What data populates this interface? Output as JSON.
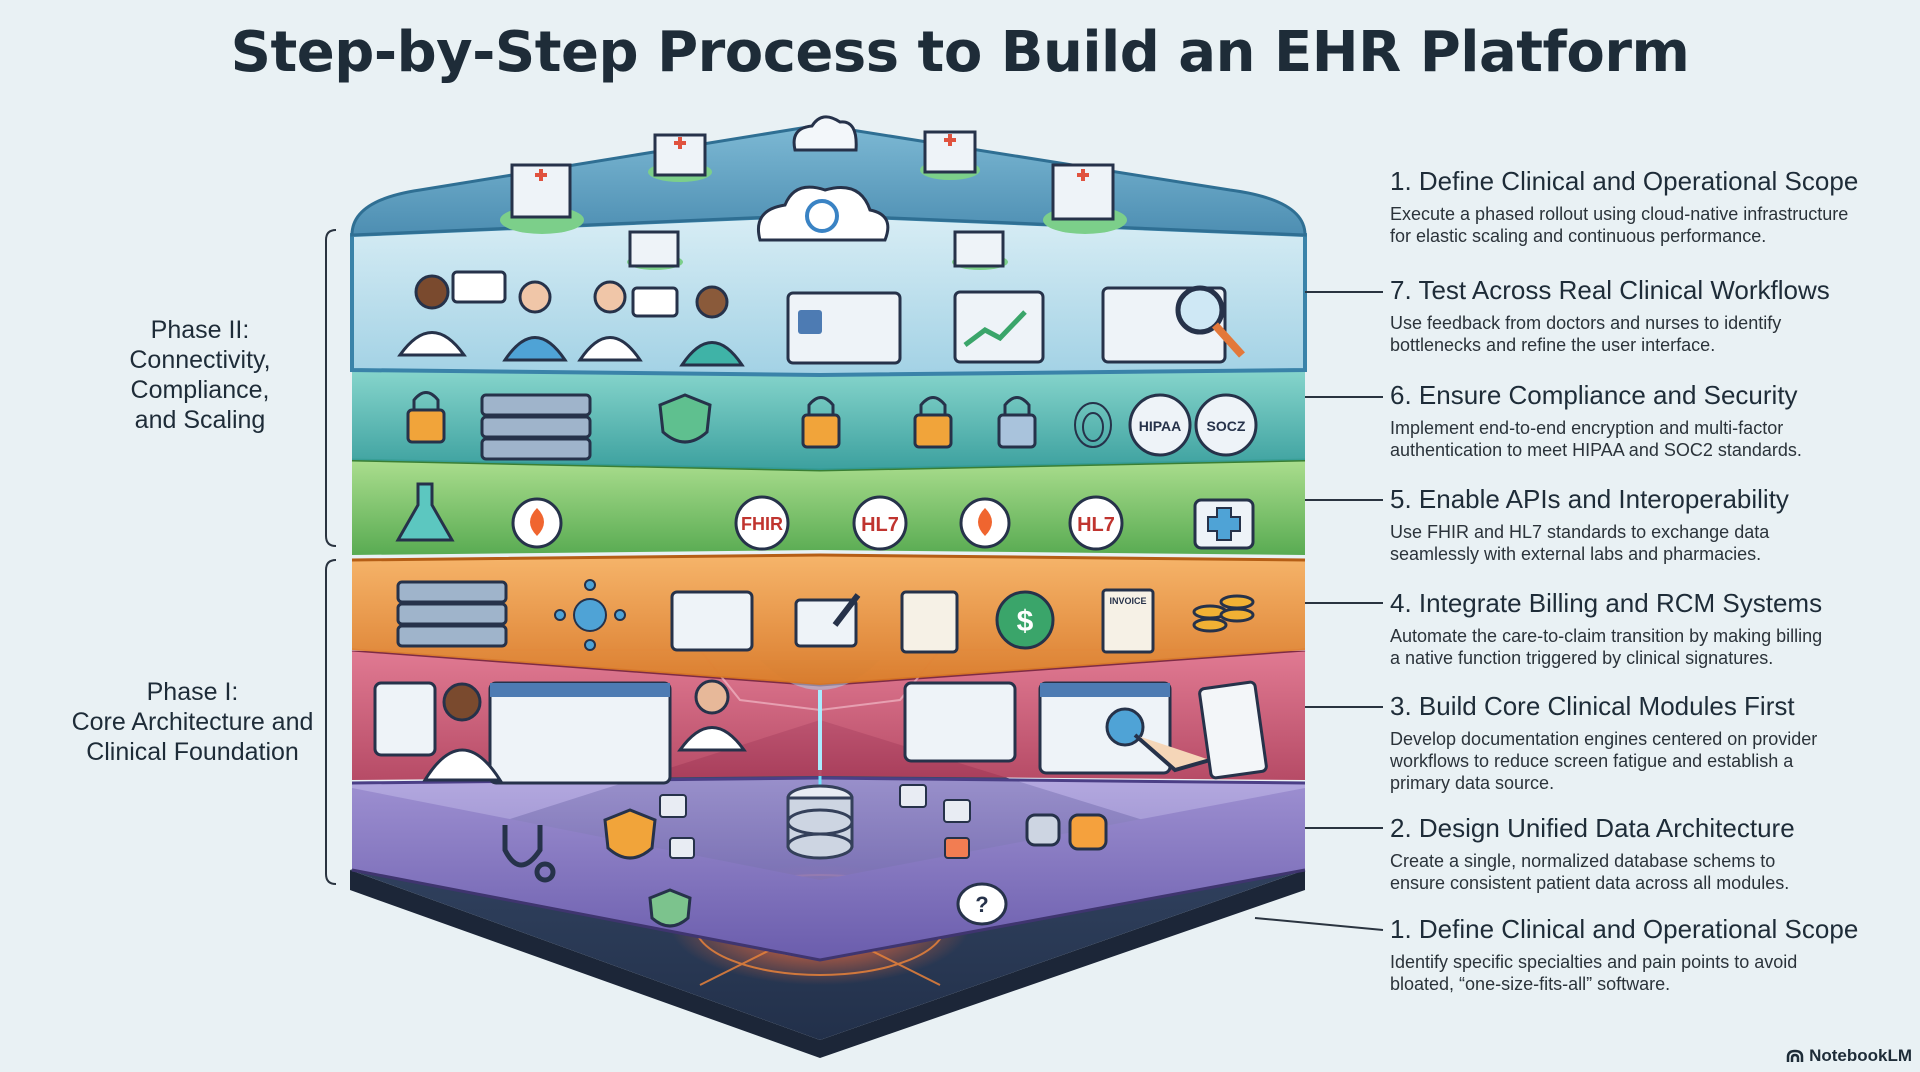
{
  "title": "Step-by-Step Process to Build an EHR Platform",
  "phases": [
    {
      "lines": [
        "Phase II:",
        "Connectivity,",
        "Compliance,",
        "and Scaling"
      ]
    },
    {
      "lines": [
        "Phase I:",
        "Core Architecture and",
        "Clinical Foundation"
      ]
    }
  ],
  "steps": [
    {
      "title": "1. Define Clinical and Operational Scope",
      "desc": [
        "Execute a phased rollout using cloud-native infrastructure",
        "for elastic scaling and continuous performance."
      ]
    },
    {
      "title": "7. Test Across Real Clinical Workflows",
      "desc": [
        "Use feedback from doctors and nurses to identify",
        "bottlenecks and refine the user interface."
      ]
    },
    {
      "title": "6. Ensure Compliance and Security",
      "desc": [
        "Implement end-to-end encryption and multi-factor",
        "authentication to meet HIPAA and SOC2 standards."
      ]
    },
    {
      "title": "5. Enable APIs and Interoperability",
      "desc": [
        "Use FHIR and HL7 standards to exchange data",
        "seamlessly with external labs and pharmacies."
      ]
    },
    {
      "title": "4. Integrate Billing and RCM Systems",
      "desc": [
        "Automate the care-to-claim transition by making billing",
        "a native function triggered by clinical signatures."
      ]
    },
    {
      "title": "3. Build Core Clinical Modules First",
      "desc": [
        "Develop documentation engines centered on provider",
        "workflows to reduce screen fatigue and establish a",
        "primary data source."
      ]
    },
    {
      "title": "2. Design Unified Data Architecture",
      "desc": [
        "Create a single, normalized database schems to",
        "ensure consistent patient data across all modules."
      ]
    },
    {
      "title": "1. Define Clinical and Operational Scope",
      "desc": [
        "Identify specific specialties and pain points to avoid",
        "bloated, “one-size-fits-all” software."
      ]
    }
  ],
  "layer_badges": {
    "fhir": "FHIR",
    "hl7": "HL7",
    "hipaa": "HIPAA",
    "soc2": "SOCZ",
    "invoice": "INVOICE",
    "dollar": "$"
  },
  "brand": "NotebookLM",
  "colors": {
    "cloud_layer": "#5fa8c9",
    "workflow_layer": "#a9d4e6",
    "security_layer": "#4fb7b0",
    "api_layer": "#6cbf5a",
    "billing_layer": "#ec8f3b",
    "clinical_layer": "#c9506a",
    "data_layer": "#8a78c4",
    "base": "#2f3e5a"
  }
}
